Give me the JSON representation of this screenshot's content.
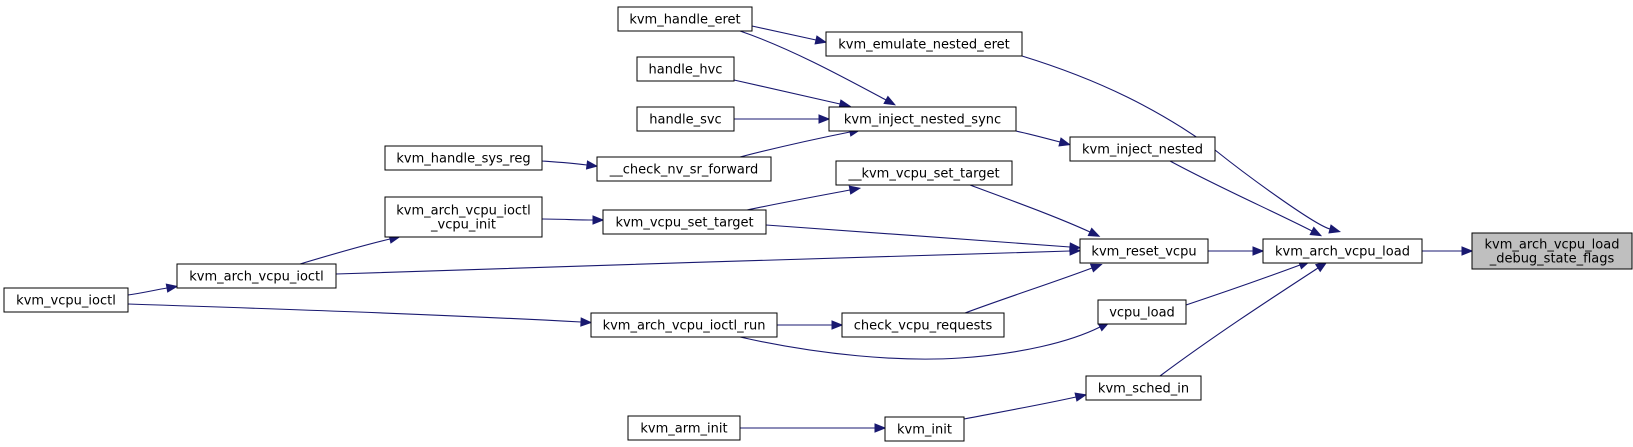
{
  "graph": {
    "title": "",
    "colors": {
      "edge": "#191970",
      "root_fill": "#bfbfbf",
      "node_fill": "#ffffff",
      "border": "#000000"
    },
    "nodes": [
      {
        "id": "root",
        "lines": [
          "kvm_arch_vcpu_load",
          "_debug_state_flags"
        ]
      },
      {
        "id": "kvm_arch_vcpu_load",
        "lines": [
          "kvm_arch_vcpu_load"
        ]
      },
      {
        "id": "kvm_emulate_nested_eret",
        "lines": [
          "kvm_emulate_nested_eret"
        ]
      },
      {
        "id": "kvm_handle_eret",
        "lines": [
          "kvm_handle_eret"
        ]
      },
      {
        "id": "kvm_inject_nested",
        "lines": [
          "kvm_inject_nested"
        ]
      },
      {
        "id": "kvm_inject_nested_sync",
        "lines": [
          "kvm_inject_nested_sync"
        ]
      },
      {
        "id": "handle_hvc",
        "lines": [
          "handle_hvc"
        ]
      },
      {
        "id": "handle_svc",
        "lines": [
          "handle_svc"
        ]
      },
      {
        "id": "check_nv_sr_forward",
        "lines": [
          "__check_nv_sr_forward"
        ]
      },
      {
        "id": "kvm_handle_sys_reg",
        "lines": [
          "kvm_handle_sys_reg"
        ]
      },
      {
        "id": "kvm_reset_vcpu",
        "lines": [
          "kvm_reset_vcpu"
        ]
      },
      {
        "id": "kvm_vcpu_set_target_internal",
        "lines": [
          "__kvm_vcpu_set_target"
        ]
      },
      {
        "id": "kvm_vcpu_set_target",
        "lines": [
          "kvm_vcpu_set_target"
        ]
      },
      {
        "id": "kvm_arch_vcpu_ioctl_vcpu_init",
        "lines": [
          "kvm_arch_vcpu_ioctl",
          "_vcpu_init"
        ]
      },
      {
        "id": "kvm_arch_vcpu_ioctl",
        "lines": [
          "kvm_arch_vcpu_ioctl"
        ]
      },
      {
        "id": "kvm_vcpu_ioctl",
        "lines": [
          "kvm_vcpu_ioctl"
        ]
      },
      {
        "id": "check_vcpu_requests",
        "lines": [
          "check_vcpu_requests"
        ]
      },
      {
        "id": "kvm_arch_vcpu_ioctl_run",
        "lines": [
          "kvm_arch_vcpu_ioctl_run"
        ]
      },
      {
        "id": "vcpu_load",
        "lines": [
          "vcpu_load"
        ]
      },
      {
        "id": "kvm_sched_in",
        "lines": [
          "kvm_sched_in"
        ]
      },
      {
        "id": "kvm_init",
        "lines": [
          "kvm_init"
        ]
      },
      {
        "id": "kvm_arm_init",
        "lines": [
          "kvm_arm_init"
        ]
      }
    ],
    "edges": [
      {
        "from": "kvm_arch_vcpu_load",
        "to": "root"
      },
      {
        "from": "kvm_emulate_nested_eret",
        "to": "kvm_arch_vcpu_load"
      },
      {
        "from": "kvm_inject_nested",
        "to": "kvm_arch_vcpu_load"
      },
      {
        "from": "kvm_reset_vcpu",
        "to": "kvm_arch_vcpu_load"
      },
      {
        "from": "vcpu_load",
        "to": "kvm_arch_vcpu_load"
      },
      {
        "from": "kvm_sched_in",
        "to": "kvm_arch_vcpu_load"
      },
      {
        "from": "kvm_handle_eret",
        "to": "kvm_emulate_nested_eret"
      },
      {
        "from": "kvm_inject_nested_sync",
        "to": "kvm_inject_nested"
      },
      {
        "from": "kvm_handle_eret",
        "to": "kvm_inject_nested_sync"
      },
      {
        "from": "handle_hvc",
        "to": "kvm_inject_nested_sync"
      },
      {
        "from": "handle_svc",
        "to": "kvm_inject_nested_sync"
      },
      {
        "from": "check_nv_sr_forward",
        "to": "kvm_inject_nested_sync"
      },
      {
        "from": "kvm_handle_sys_reg",
        "to": "check_nv_sr_forward"
      },
      {
        "from": "kvm_vcpu_set_target_internal",
        "to": "kvm_reset_vcpu"
      },
      {
        "from": "kvm_vcpu_set_target",
        "to": "kvm_reset_vcpu"
      },
      {
        "from": "kvm_arch_vcpu_ioctl",
        "to": "kvm_reset_vcpu"
      },
      {
        "from": "check_vcpu_requests",
        "to": "kvm_reset_vcpu"
      },
      {
        "from": "kvm_vcpu_set_target",
        "to": "kvm_vcpu_set_target_internal"
      },
      {
        "from": "kvm_arch_vcpu_ioctl_vcpu_init",
        "to": "kvm_vcpu_set_target"
      },
      {
        "from": "kvm_arch_vcpu_ioctl",
        "to": "kvm_arch_vcpu_ioctl_vcpu_init"
      },
      {
        "from": "kvm_vcpu_ioctl",
        "to": "kvm_arch_vcpu_ioctl"
      },
      {
        "from": "kvm_vcpu_ioctl",
        "to": "kvm_arch_vcpu_ioctl_run"
      },
      {
        "from": "kvm_arch_vcpu_ioctl_run",
        "to": "check_vcpu_requests"
      },
      {
        "from": "kvm_arch_vcpu_ioctl_run",
        "to": "vcpu_load"
      },
      {
        "from": "kvm_init",
        "to": "kvm_sched_in"
      },
      {
        "from": "kvm_arm_init",
        "to": "kvm_init"
      }
    ]
  }
}
